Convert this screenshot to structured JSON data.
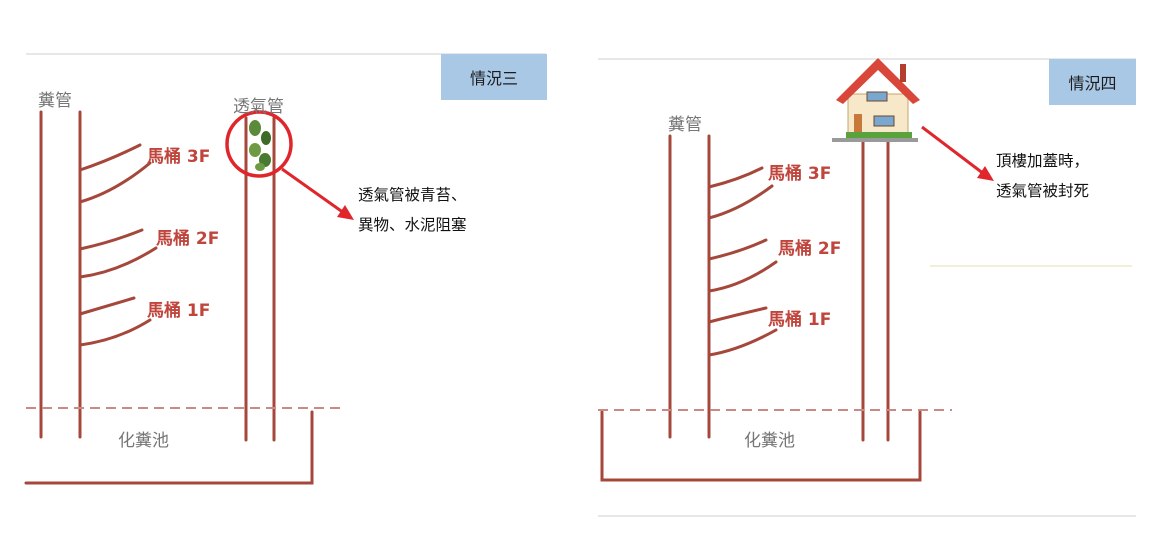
{
  "colors": {
    "pipe": "#a5483b",
    "tag_bg": "#a9c8e6",
    "label_red": "#c0453d",
    "arrow": "#e0262b"
  },
  "left_panel": {
    "tag": "情況三",
    "soil_pipe_label": "糞管",
    "vent_pipe_label": "透氣管",
    "toilets": [
      "馬桶 3F",
      "馬桶 2F",
      "馬桶 1F"
    ],
    "tank_label": "化糞池",
    "note_lines": [
      "透氣管被青苔、",
      "異物、水泥阻塞"
    ]
  },
  "right_panel": {
    "tag": "情況四",
    "soil_pipe_label": "糞管",
    "toilets": [
      "馬桶 3F",
      "馬桶 2F",
      "馬桶 1F"
    ],
    "tank_label": "化糞池",
    "note_lines": [
      "頂樓加蓋時，",
      "透氣管被封死"
    ]
  }
}
